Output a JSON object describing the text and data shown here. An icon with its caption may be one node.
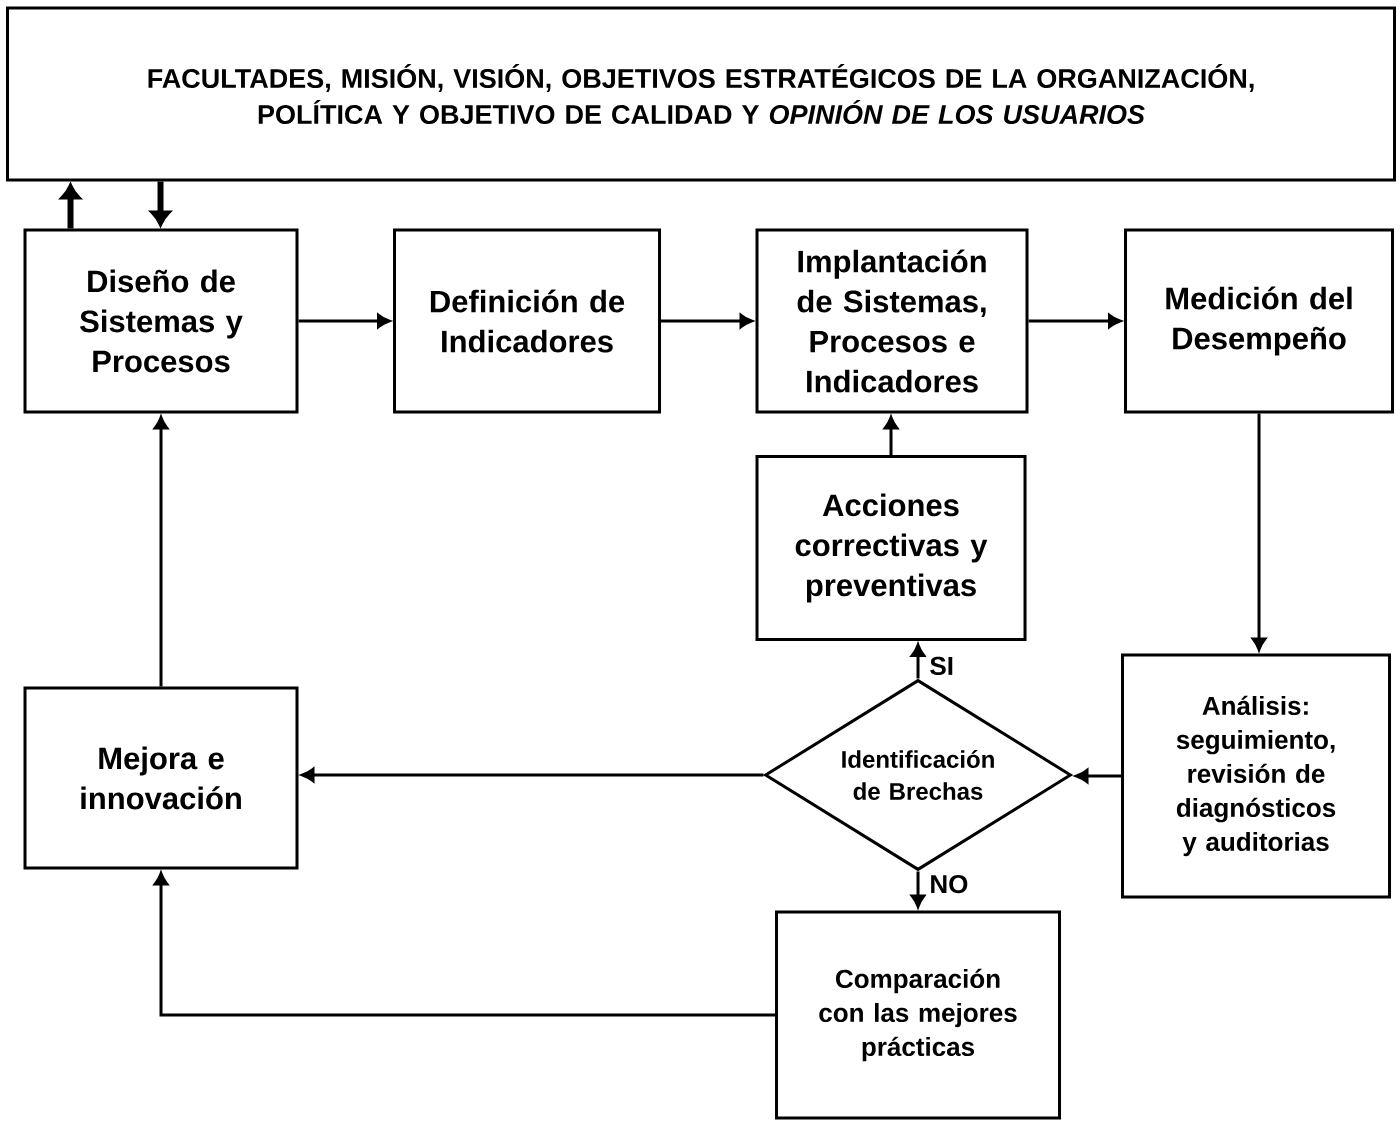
{
  "diagram": {
    "nodes": [
      {
        "text": [
          "FACULTADES, MISIÓN, VISIÓN, OBJETIVOS ESTRATÉGICOS DE LA ORGANIZACIÓN, POLÍTICA Y OBJETIVO DE CALIDAD Y *OPINIÓN DE LOS USUARIOS*"
        ]
      },
      {
        "text": [
          "Diseño de Sistemas y Procesos"
        ]
      },
      {
        "text": [
          "Definición de Indicadores"
        ]
      },
      {
        "text": [
          "Implantación de Sistemas, Procesos e Indicadores"
        ]
      },
      {
        "text": [
          "Medición del Desempeño"
        ]
      },
      {
        "text": [
          "Acciones correctivas y preventivas"
        ]
      },
      {
        "text": [
          "Mejora e innovación"
        ]
      },
      {
        "text": [
          "Identificación de Brechas"
        ]
      },
      {
        "text": [
          "Análisis: seguimiento, revisión de diagnósticos y auditorias"
        ]
      },
      {
        "text": [
          "Comparación con las mejores prácticas"
        ]
      }
    ],
    "edges": [
      {
        "from": 1,
        "to": 0,
        "arrow": "to",
        "style": "thick"
      },
      {
        "from": 0,
        "to": 1,
        "arrow": "to",
        "style": "thick"
      },
      {
        "from": 1,
        "to": 2,
        "arrow": "to"
      },
      {
        "from": 2,
        "to": 3,
        "arrow": "to"
      },
      {
        "from": 3,
        "to": 4,
        "arrow": "to"
      },
      {
        "from": 4,
        "to": 8,
        "arrow": "to"
      },
      {
        "from": 8,
        "to": 7,
        "arrow": "to"
      },
      {
        "from": 7,
        "to": 5,
        "arrow": "to",
        "label": "SI"
      },
      {
        "from": 5,
        "to": 3,
        "arrow": "to"
      },
      {
        "from": 7,
        "to": 6,
        "arrow": "to"
      },
      {
        "from": 7,
        "to": 9,
        "arrow": "to",
        "label": "NO"
      },
      {
        "from": 9,
        "to": 6,
        "arrow": "to"
      },
      {
        "from": 6,
        "to": 1,
        "arrow": "to"
      }
    ]
  }
}
